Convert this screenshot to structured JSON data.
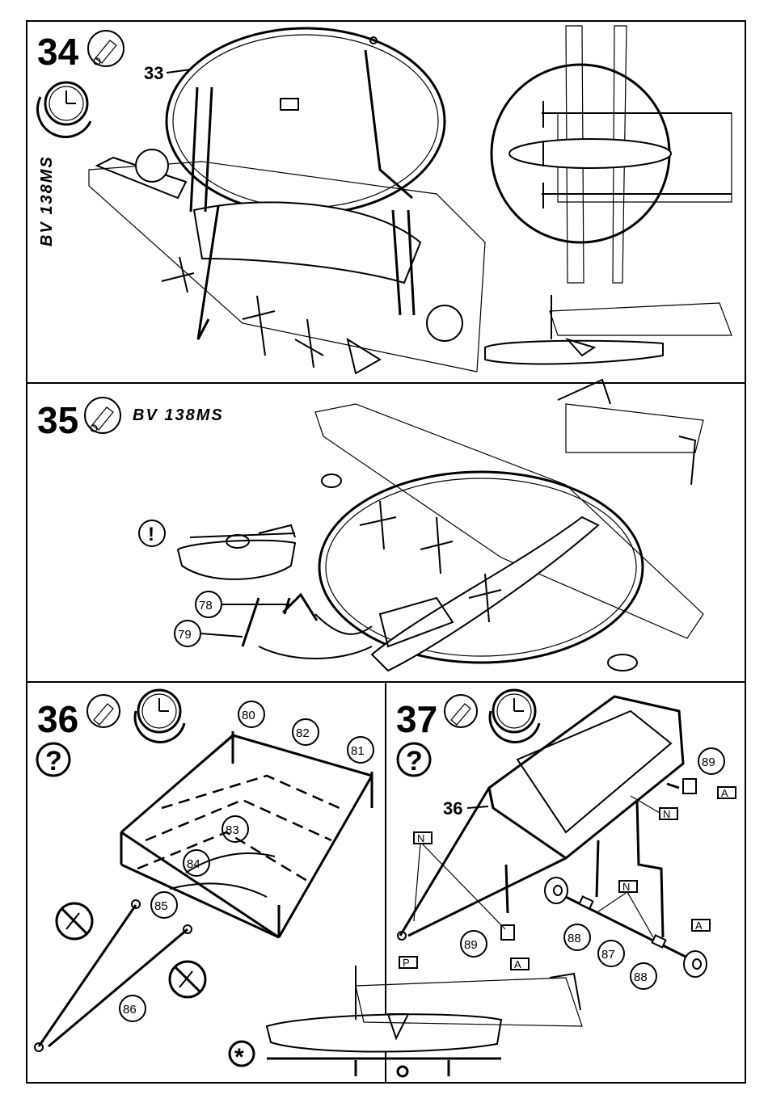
{
  "steps": [
    {
      "number": "34",
      "title": "BV 138MS",
      "ref_part": "33"
    },
    {
      "number": "35",
      "title": "BV 138MS",
      "notice": "!",
      "parts": [
        "78",
        "79"
      ]
    },
    {
      "number": "36",
      "question": "?",
      "parts": [
        "80",
        "81",
        "82",
        "83",
        "84",
        "85",
        "86"
      ]
    },
    {
      "number": "37",
      "question": "?",
      "ref_part": "36",
      "parts": [
        "89",
        "89",
        "88",
        "87",
        "88"
      ],
      "paint_tags": [
        "N",
        "N",
        "N",
        "A",
        "A",
        "A",
        "P"
      ]
    }
  ],
  "bottom_mark": "*",
  "icons": [
    "glue-tube-icon",
    "clock-icon",
    "no-glue-icon"
  ]
}
